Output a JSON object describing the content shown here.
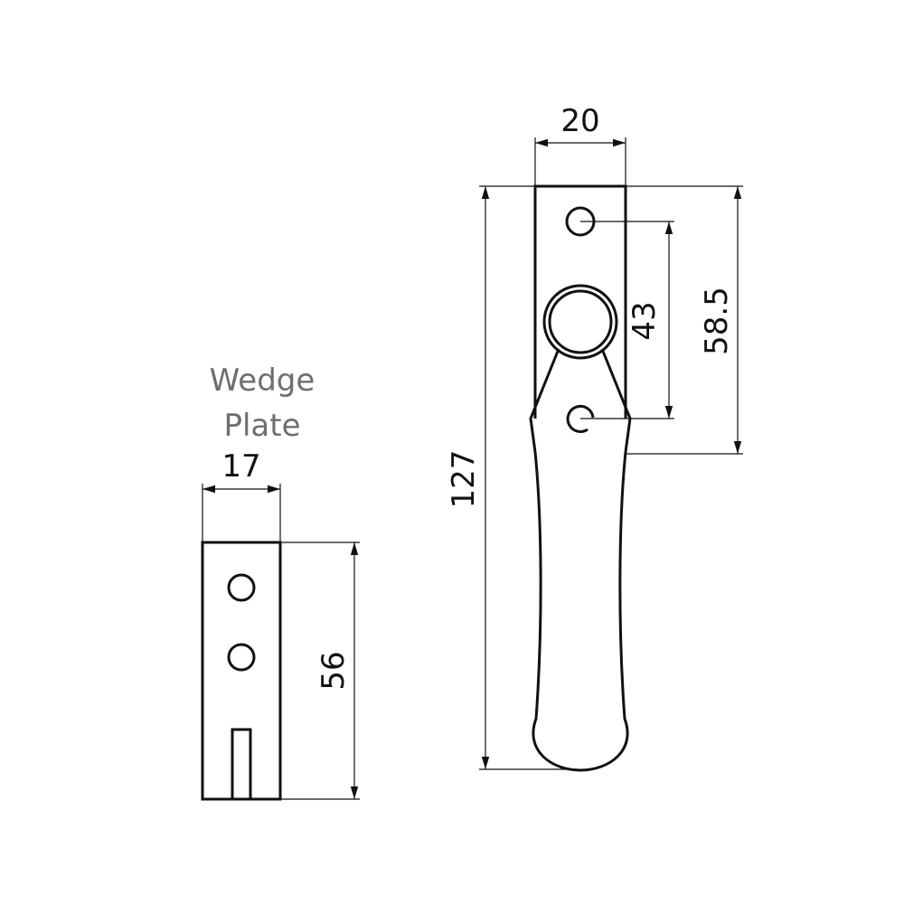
{
  "labels": {
    "wedge_line1": "Wedge",
    "wedge_line2": "Plate"
  },
  "dimensions": {
    "handle_width": "20",
    "handle_length": "127",
    "hole_spacing": "43",
    "plate_length": "58.5",
    "wedge_width": "17",
    "wedge_length": "56"
  },
  "colors": {
    "line": "#111111",
    "label_gray": "#6d6e71"
  }
}
